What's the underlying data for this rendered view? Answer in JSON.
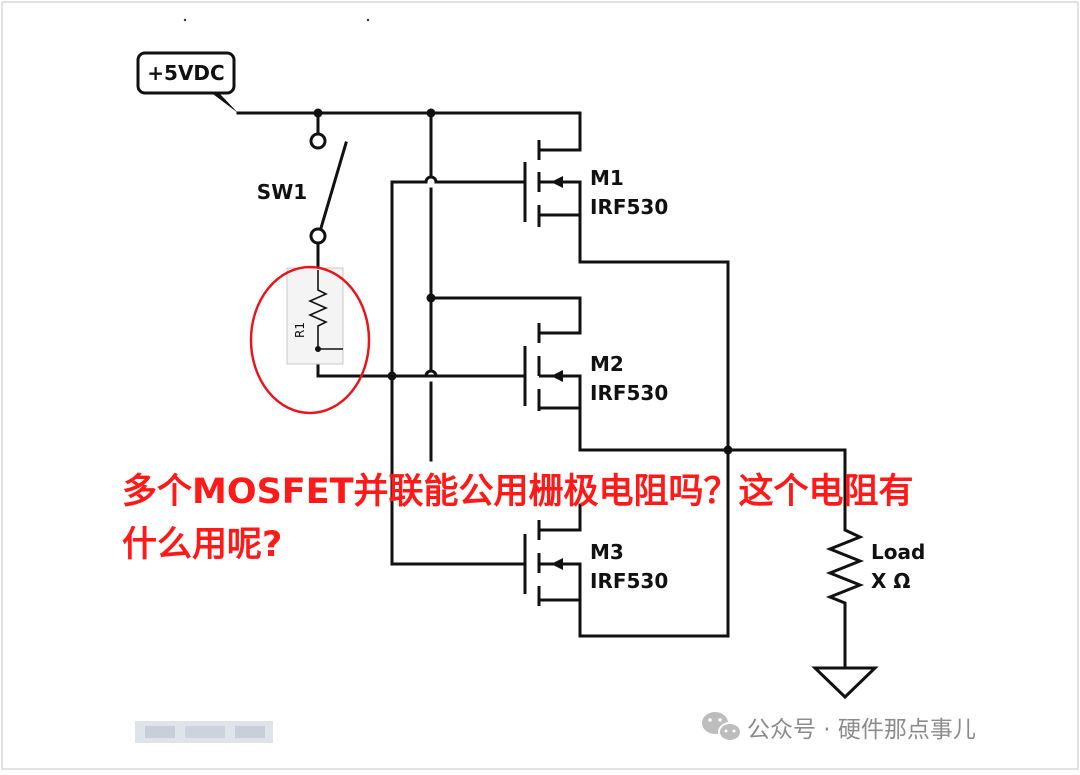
{
  "schematic": {
    "supply_label": "+5VDC",
    "switch_label": "SW1",
    "resistor_label": "R1",
    "transistors": [
      {
        "ref": "M1",
        "part": "IRF530"
      },
      {
        "ref": "M2",
        "part": "IRF530"
      },
      {
        "ref": "M3",
        "part": "IRF530"
      }
    ],
    "load_label": "Load",
    "load_value": "X Ω"
  },
  "overlay": {
    "question_line1": "多个MOSFET并联能公用栅极电阻吗？这个电阻有",
    "question_line2": "什么用呢?",
    "text_color": "#ff1a1a",
    "highlight_color": "#e8161b"
  },
  "watermark": {
    "text": "公众号 · 硬件那点事儿",
    "icon": "wechat-icon"
  }
}
